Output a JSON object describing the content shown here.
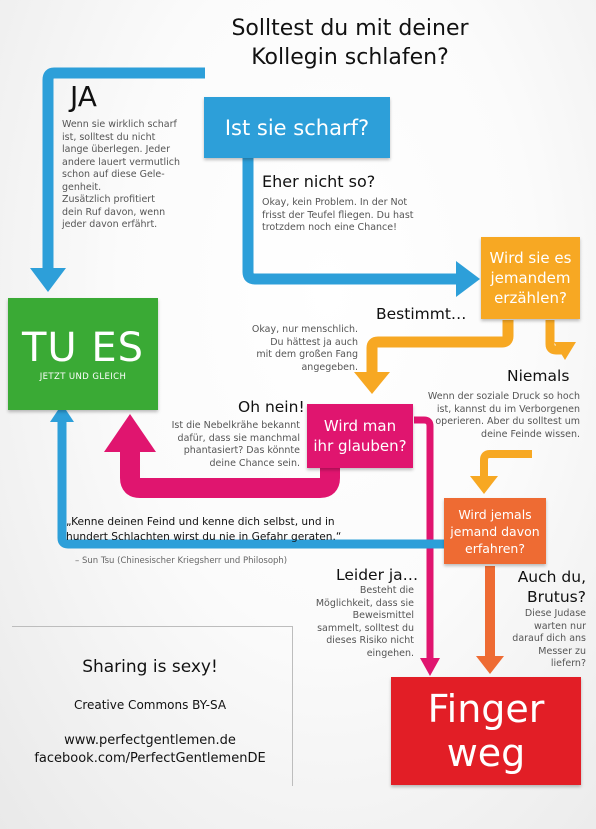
{
  "title": {
    "line1": "Solltest du mit deiner",
    "line2": "Kollegin schlafen?"
  },
  "nodes": {
    "scharf": "Ist sie scharf?",
    "tues_main": "TU ES",
    "tues_sub": "JETZT UND GLEICH",
    "erzaehlen_l1": "Wird sie es",
    "erzaehlen_l2": "jemandem",
    "erzaehlen_l3": "erzählen?",
    "glauben_l1": "Wird man",
    "glauben_l2": "ihr glauben?",
    "erfahren_l1": "Wird jemals",
    "erfahren_l2": "jemand davon",
    "erfahren_l3": "erfahren?",
    "finger_l1": "Finger",
    "finger_l2": "weg"
  },
  "labels": {
    "ja": "JA",
    "eher": "Eher nicht so?",
    "bestimmt": "Bestimmt…",
    "niemals": "Niemals",
    "ohnein": "Oh nein!",
    "leider": "Leider ja…",
    "auch_l1": "Auch du,",
    "auch_l2": "Brutus?"
  },
  "texts": {
    "ja": [
      "Wenn sie wirklich scharf",
      "ist, solltest du nicht",
      "lange überlegen. Jeder",
      "andere lauert vermutlich",
      "schon auf diese Gele-",
      "genheit.",
      "Zusätzlich profitiert",
      "dein Ruf davon, wenn",
      "jeder davon erfährt."
    ],
    "eher": [
      "Okay, kein Problem. In der Not",
      "frisst der Teufel fliegen. Du hast",
      "trotzdem noch eine Chance!"
    ],
    "bestimmt": [
      "Okay, nur menschlich.",
      "Du hättest ja auch",
      "mit dem großen Fang",
      "angegeben."
    ],
    "niemals": [
      "Wenn der soziale Druck so hoch",
      "ist, kannst du im Verborgenen",
      "operieren. Aber du solltest um",
      "deine Feinde wissen."
    ],
    "ohnein": [
      "Ist die Nebelkrähe bekannt",
      "dafür, dass sie manchmal",
      "phantasiert? Das könnte",
      "deine Chance sein."
    ],
    "leider": [
      "Besteht die",
      "Möglichkeit, dass sie",
      "Beweismittel",
      "sammelt, solltest du",
      "dieses Risiko nicht",
      "eingehen."
    ],
    "auch": [
      "Diese Judase",
      "warten nur",
      "darauf dich ans",
      "Messer zu",
      "liefern?"
    ]
  },
  "quote": {
    "line1": "„Kenne deinen Feind und kenne dich selbst, und in",
    "line2": "hundert Schlachten wirst du nie in Gefahr geraten.“",
    "source": "– Sun Tsu (Chinesischer Kriegsherr und Philosoph)"
  },
  "footer": {
    "sharing": "Sharing is sexy!",
    "license": "Creative Commons BY-SA",
    "web": "www.perfectgentlemen.de",
    "facebook": "facebook.com/PerfectGentlemenDE"
  },
  "colors": {
    "blue": "#2d9fd9",
    "green": "#3aaa35",
    "orange": "#f7a823",
    "magenta": "#e0156f",
    "darkorange": "#ee6b33",
    "red": "#e21e26"
  }
}
